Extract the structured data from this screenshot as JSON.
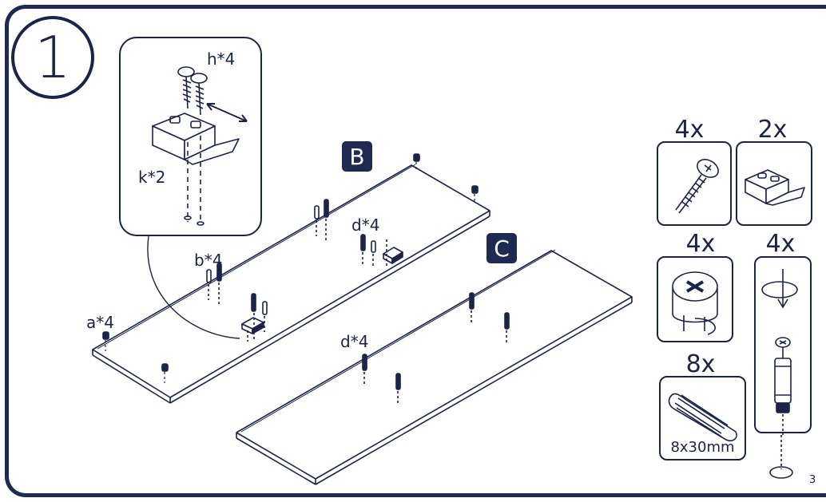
{
  "step": {
    "number": "1"
  },
  "detail": {
    "screw_label": "h*4",
    "bracket_label": "k*2"
  },
  "panels": {
    "b_tag": "B",
    "c_tag": "C"
  },
  "callouts": {
    "a": "a*4",
    "b": "b*4",
    "d_top": "d*4",
    "d_bottom": "d*4"
  },
  "parts": [
    {
      "qty": "4x",
      "icon": "screw-icon"
    },
    {
      "qty": "2x",
      "icon": "bracket-icon"
    },
    {
      "qty": "4x",
      "icon": "cam-lock-icon"
    },
    {
      "qty": "4x",
      "icon": "cam-bolt-icon"
    },
    {
      "qty": "8x",
      "icon": "wooden-dowel-icon",
      "size": "8x30mm"
    }
  ],
  "page_number": "3",
  "colors": {
    "ink": "#1a2447",
    "frame": "#1e2a52",
    "tag_bg": "#1e2a52"
  }
}
